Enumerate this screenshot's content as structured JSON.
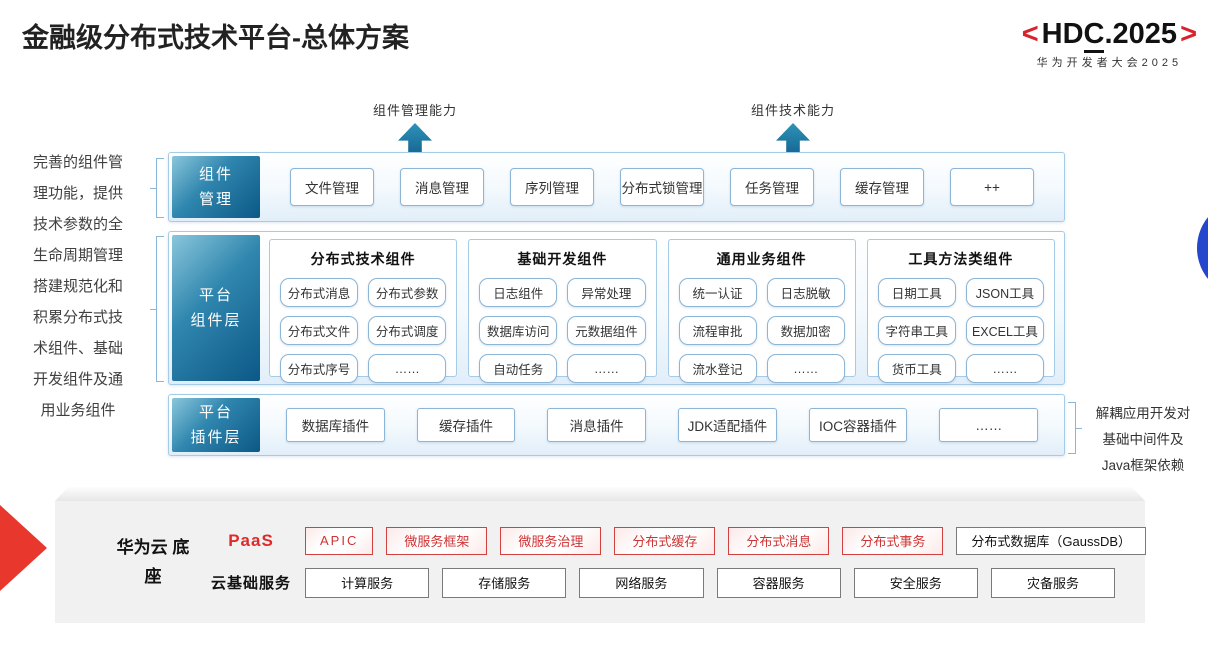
{
  "title": "金融级分布式技术平台-总体方案",
  "logo": {
    "open": "<",
    "hd": "HD",
    "c": "C",
    "rest": ".2025",
    "close": ">",
    "subtitle": "华为开发者大会2025"
  },
  "arrows": [
    {
      "label": "组件管理能力"
    },
    {
      "label": "组件技术能力"
    }
  ],
  "left_notes": [
    {
      "lines": [
        "完善的组件管",
        "理功能，提供",
        "技术参数的全",
        "生命周期管理"
      ]
    },
    {
      "lines": [
        "搭建规范化和",
        "积累分布式技",
        "术组件、基础",
        "开发组件及通",
        "用业务组件"
      ]
    }
  ],
  "right_note": {
    "lines": [
      "解耦应用开发对",
      "基础中间件及",
      "Java框架依赖"
    ]
  },
  "rows": {
    "mgmt": {
      "label_lines": [
        "组件",
        "管理"
      ],
      "items": [
        "文件管理",
        "消息管理",
        "序列管理",
        "分布式锁管理",
        "任务管理",
        "缓存管理",
        "++"
      ]
    },
    "components": {
      "label_lines": [
        "平台",
        "组件层"
      ],
      "groups": [
        {
          "title": "分布式技术组件",
          "items": [
            "分布式消息",
            "分布式参数",
            "分布式文件",
            "分布式调度",
            "分布式序号",
            "……"
          ]
        },
        {
          "title": "基础开发组件",
          "items": [
            "日志组件",
            "异常处理",
            "数据库访问",
            "元数据组件",
            "自动任务",
            "……"
          ]
        },
        {
          "title": "通用业务组件",
          "items": [
            "统一认证",
            "日志脱敏",
            "流程审批",
            "数据加密",
            "流水登记",
            "……"
          ]
        },
        {
          "title": "工具方法类组件",
          "items": [
            "日期工具",
            "JSON工具",
            "字符串工具",
            "EXCEL工具",
            "货币工具",
            "……"
          ]
        }
      ]
    },
    "plugins": {
      "label_lines": [
        "平台",
        "插件层"
      ],
      "items": [
        "数据库插件",
        "缓存插件",
        "消息插件",
        "JDK适配插件",
        "IOC容器插件",
        "……"
      ]
    }
  },
  "foundation": {
    "label_lines": [
      "华为云",
      "底座"
    ],
    "paas": {
      "label": "PaaS",
      "items": [
        "APIC",
        "微服务框架",
        "微服务治理",
        "分布式缓存",
        "分布式消息",
        "分布式事务"
      ],
      "db": "分布式数据库（GaussDB）"
    },
    "iaas": {
      "label": "云基础服务",
      "items": [
        "计算服务",
        "存储服务",
        "网络服务",
        "容器服务",
        "安全服务",
        "灾备服务"
      ]
    }
  },
  "colors": {
    "teal_dark": "#0c5886",
    "teal_light": "#8ac6dc",
    "item_border": "#8cb5d6",
    "row_border": "#a6cbe7",
    "red": "#cf3333",
    "hdc_red": "#d8232e",
    "platform_gray": "#f1f1f1",
    "wedge_red": "#e8382d",
    "circle_blue": "#2447cb"
  }
}
